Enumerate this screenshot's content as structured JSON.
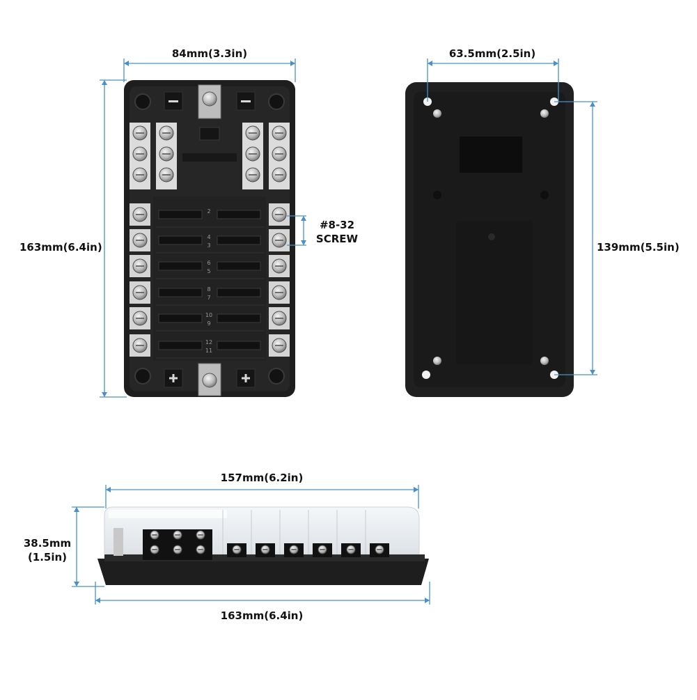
{
  "labels": {
    "front_width": "84mm(3.3in)",
    "front_height": "163mm(6.4in)",
    "screw_line1": "#8-32",
    "screw_line2": "SCREW",
    "back_width": "63.5mm(2.5in)",
    "back_height": "139mm(5.5in)",
    "side_top_width": "157mm(6.2in)",
    "side_height_line1": "38.5mm",
    "side_height_line2": "(1.5in)",
    "side_bottom_width": "163mm(6.4in)"
  },
  "fuse_numbers": [
    "2",
    "3",
    "4",
    "5",
    "6",
    "7",
    "8",
    "9",
    "10",
    "11",
    "12"
  ],
  "colors": {
    "dimension_line": "#4a90c8",
    "body": "#1e1e1e",
    "body_edge": "#2c2c2c",
    "metal": "#c8c8c8",
    "label_text": "#111111"
  }
}
